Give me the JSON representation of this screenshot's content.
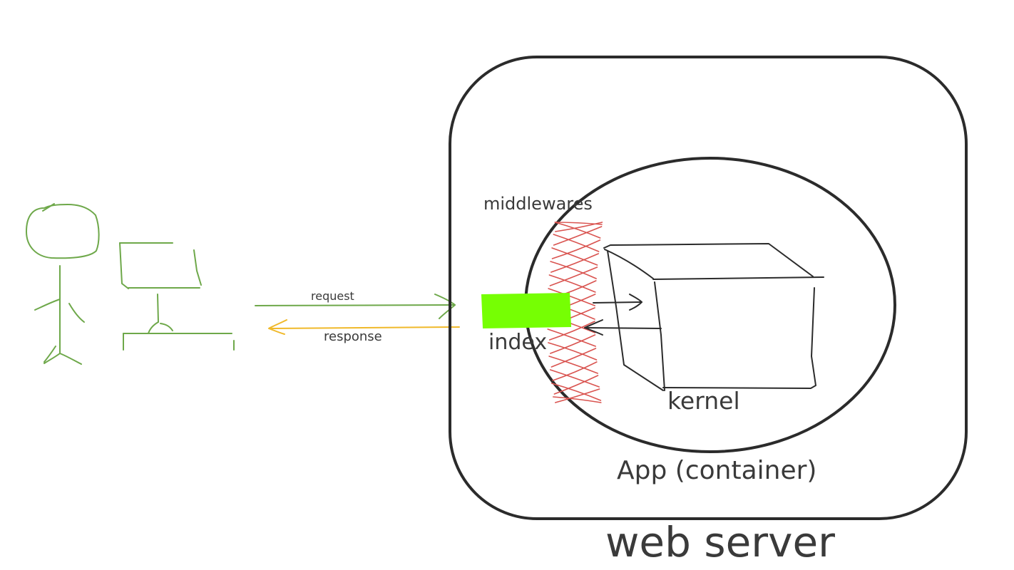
{
  "labels": {
    "request": "request",
    "response": "response",
    "middlewares": "middlewares",
    "index": "index",
    "kernel": "kernel",
    "app_container": "App (container)",
    "web_server": "web server"
  },
  "colors": {
    "sketch_green": "#6ea84a",
    "response_arrow": "#f0b92a",
    "middleware_mesh": "#d9534f",
    "index_block": "#76ff03",
    "outline": "#2b2b2b",
    "text": "#3a3a3a"
  }
}
